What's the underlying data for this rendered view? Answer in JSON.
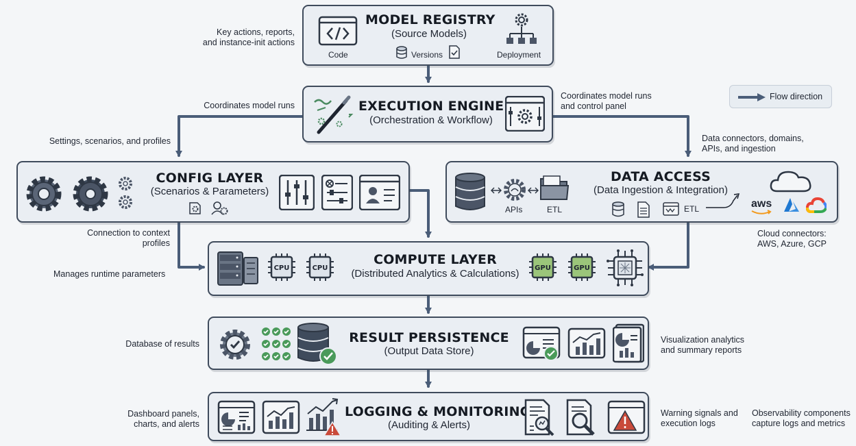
{
  "legend": {
    "label": "Flow direction"
  },
  "boxes": {
    "model_registry": {
      "title": "MODEL REGISTRY",
      "subtitle": "(Source Models)",
      "labels": {
        "code": "Code",
        "versions": "Versions",
        "deployment": "Deployment"
      }
    },
    "execution_engine": {
      "title": "EXECUTION ENGINE",
      "subtitle": "(Orchestration & Workflow)"
    },
    "config_layer": {
      "title": "CONFIG LAYER",
      "subtitle": "(Scenarios & Parameters)"
    },
    "data_access": {
      "title": "DATA ACCESS",
      "subtitle": "(Data Ingestion & Integration)",
      "labels": {
        "apis": "APIs",
        "etl_top": "ETL",
        "etl_bottom": "ETL",
        "aws": "aws"
      }
    },
    "compute_layer": {
      "title": "COMPUTE LAYER",
      "subtitle": "(Distributed Analytics & Calculations)",
      "chips": {
        "cpu1": "CPU",
        "cpu2": "CPU",
        "gpu1": "GPU",
        "gpu2": "GPU"
      }
    },
    "result_persistence": {
      "title": "RESULT PERSISTENCE",
      "subtitle": "(Output Data Store)"
    },
    "logging_monitoring": {
      "title": "LOGGING & MONITORING",
      "subtitle": "(Auditing & Alerts)"
    }
  },
  "notes": {
    "key_actions": "Key actions, reports,\nand instance-init actions",
    "coord_left": "Coordinates model runs",
    "coord_right": "Coordinates model runs\nand control panel",
    "settings": "Settings, scenarios, and profiles",
    "data_connectors": "Data connectors, domains,\nAPIs, and ingestion",
    "connection_context": "Connection to context\nprofiles",
    "manages_runtime": "Manages runtime parameters",
    "cloud_connectors": "Cloud connectors:\nAWS, Azure, GCP",
    "database_results": "Database of results",
    "visualization": "Visualization analytics\nand summary reports",
    "dashboard": "Dashboard panels,\ncharts, and alerts",
    "warning": "Warning signals and\nexecution logs",
    "observability": "Observability components\ncapture logs and metrics"
  },
  "colors": {
    "box_fill": "#eaeef3",
    "box_border": "#3f4b5c",
    "arrow": "#4a5d78",
    "icon_dark": "#4b5566",
    "chip_cpu": "#dde3ea",
    "chip_gpu": "#9bc57a",
    "check_green": "#4a9a5a",
    "warning_red": "#c94a3a",
    "aws_orange": "#f29a1e",
    "azure_blue": "#1f78d1"
  }
}
